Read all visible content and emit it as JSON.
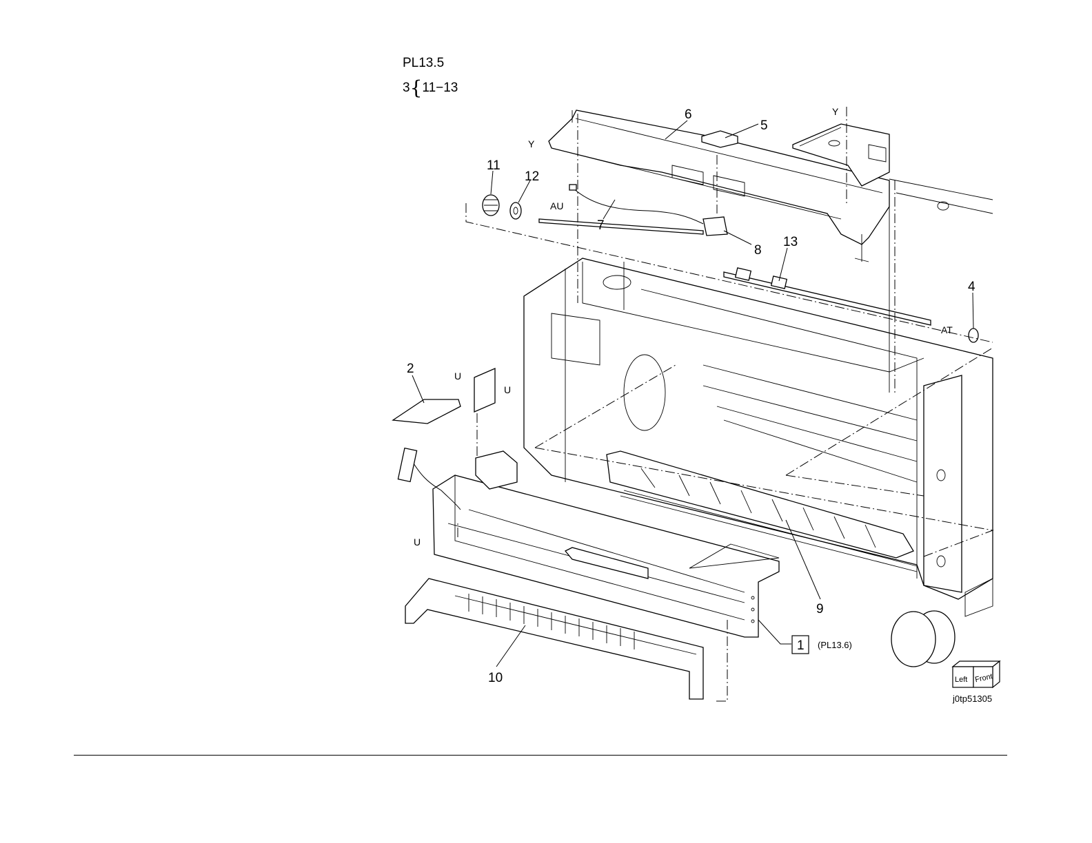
{
  "plate": {
    "id": "PL13.5",
    "note_qty": "3",
    "note_brace": "{",
    "note_range": "11−13"
  },
  "callouts": {
    "c1": "1",
    "c2": "2",
    "c4": "4",
    "c5": "5",
    "c6": "6",
    "c7": "7",
    "c8": "8",
    "c9": "9",
    "c10": "10",
    "c11": "11",
    "c12": "12",
    "c13": "13"
  },
  "connectors": {
    "y": "Y",
    "au": "AU",
    "at": "AT",
    "u": "U"
  },
  "reference": {
    "boxed_item": "1",
    "see_plate": "(PL13.6)"
  },
  "orientation": {
    "left": "Left",
    "front": "Front"
  },
  "figure_id": "j0tp51305"
}
